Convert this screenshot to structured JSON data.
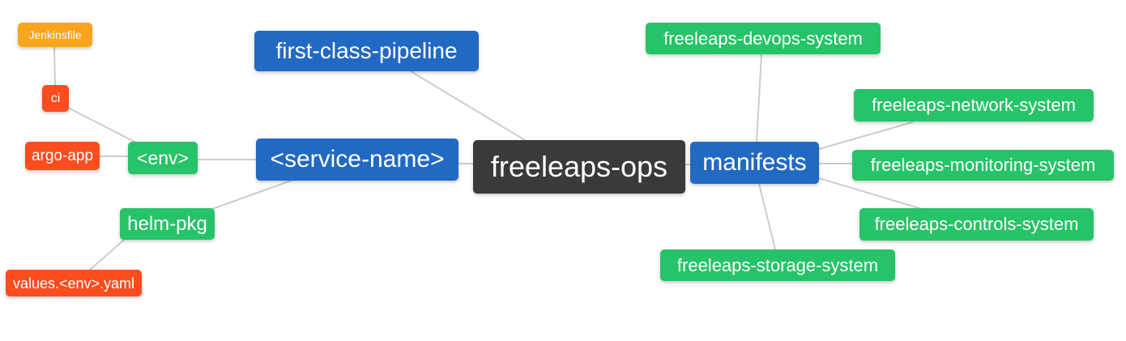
{
  "diagram": {
    "type": "mindmap",
    "root_topic": "freeleaps-ops",
    "palette": {
      "root_node": "#3b3a3a",
      "branch_node": "#2269c3",
      "leaf_green": "#27c368",
      "leaf_red": "#fb4d1e",
      "leaf_amber": "#f8a51d",
      "edge": "#cccccc",
      "text": "#ffffff",
      "background": "#ffffff"
    },
    "nodes": {
      "root": {
        "label": "freeleaps-ops"
      },
      "first_class_pipeline": {
        "label": "first-class-pipeline"
      },
      "service_name": {
        "label": "<service-name>"
      },
      "manifests": {
        "label": "manifests"
      },
      "env": {
        "label": "<env>"
      },
      "helm_pkg": {
        "label": "helm-pkg"
      },
      "ci": {
        "label": "ci"
      },
      "argo_app": {
        "label": "argo-app"
      },
      "jenkinsfile": {
        "label": "Jenkinsfile"
      },
      "values_env_yaml": {
        "label": "values.<env>.yaml"
      },
      "devops_system": {
        "label": "freeleaps-devops-system"
      },
      "network_system": {
        "label": "freeleaps-network-system"
      },
      "monitoring_system": {
        "label": "freeleaps-monitoring-system"
      },
      "controls_system": {
        "label": "freeleaps-controls-system"
      },
      "storage_system": {
        "label": "freeleaps-storage-system"
      }
    },
    "edges": [
      [
        "jenkinsfile",
        "ci"
      ],
      [
        "ci",
        "env"
      ],
      [
        "argo_app",
        "env"
      ],
      [
        "env",
        "service_name"
      ],
      [
        "helm_pkg",
        "service_name"
      ],
      [
        "values_env_yaml",
        "helm_pkg"
      ],
      [
        "first_class_pipeline",
        "root"
      ],
      [
        "service_name",
        "root"
      ],
      [
        "root",
        "manifests"
      ],
      [
        "manifests",
        "devops_system"
      ],
      [
        "manifests",
        "network_system"
      ],
      [
        "manifests",
        "monitoring_system"
      ],
      [
        "manifests",
        "controls_system"
      ],
      [
        "manifests",
        "storage_system"
      ]
    ]
  }
}
